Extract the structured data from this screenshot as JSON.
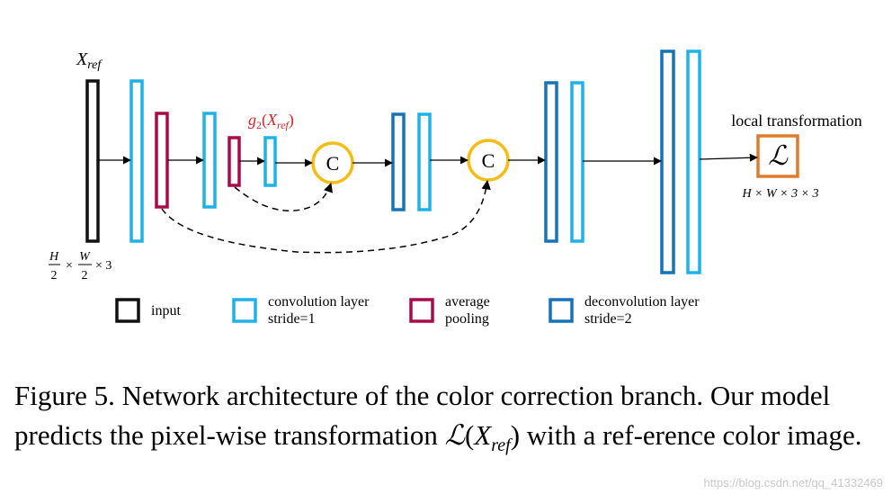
{
  "labels": {
    "xref_base": "X",
    "xref_sub": "ref",
    "g2_fn": "g",
    "g2_sub": "2",
    "g2_open": "(",
    "g2_x": "X",
    "g2_ref": "ref",
    "g2_close": ")",
    "input_h": "H",
    "input_w": "W",
    "input_den": "2",
    "input_times": "×",
    "input_three": "× 3",
    "concat_symbol": "C",
    "local_transform": "local transformation",
    "script_l": "ℒ",
    "output_dims": "H × W × 3 × 3"
  },
  "legend": [
    {
      "line1": "input",
      "line2": "",
      "color": "#111111"
    },
    {
      "line1": "convolution layer",
      "line2": "stride=1",
      "color": "#1fb2e8"
    },
    {
      "line1": "average",
      "line2": "pooling",
      "color": "#a80a4a"
    },
    {
      "line1": "deconvolution layer",
      "line2": "stride=2",
      "color": "#1772b8"
    }
  ],
  "colors": {
    "input": "#111111",
    "conv": "#1fb2e8",
    "pool": "#a80a4a",
    "deconv": "#1772b8",
    "concat_ring": "#f3bd16",
    "output_box": "#e07b2e",
    "g2_label": "#d42525"
  },
  "caption": {
    "part1": "Figure 5. Network architecture of the color correction branch. Our model predicts the pixel-wise transformation ",
    "math_l": "ℒ",
    "math_open": "(",
    "math_x": "X",
    "math_sub": "ref",
    "math_close": ")",
    "part2": " with a ref-erence color image."
  },
  "watermark": "https://blog.csdn.net/qq_41332469"
}
